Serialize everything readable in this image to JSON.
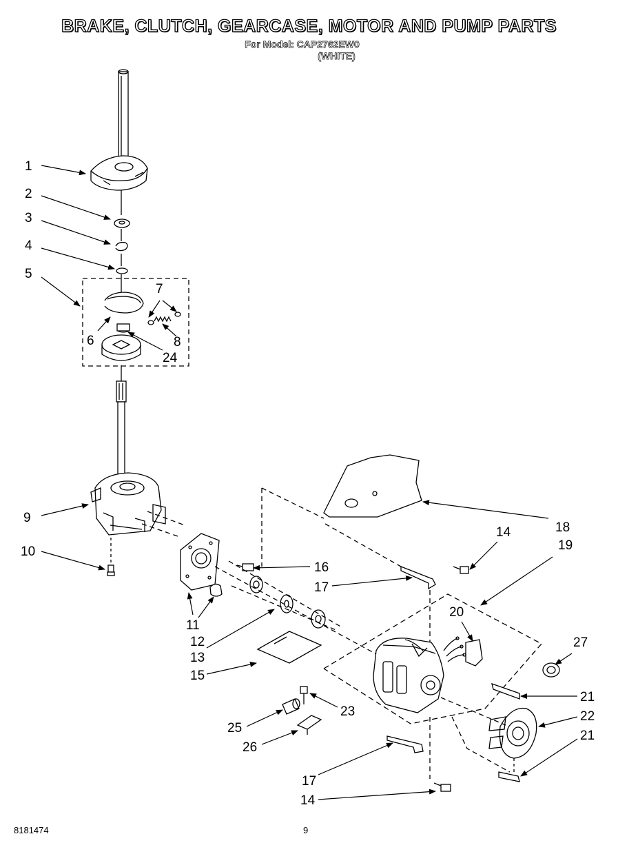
{
  "header": {
    "title": "BRAKE, CLUTCH, GEARCASE, MOTOR AND PUMP PARTS",
    "model_line": "For Model: CAP2762EW0",
    "color_line": "(WHITE)"
  },
  "footer": {
    "doc_number": "8181474",
    "page_number": "9"
  },
  "callouts": [
    "1",
    "2",
    "3",
    "4",
    "5",
    "6",
    "7",
    "8",
    "24",
    "9",
    "10",
    "11",
    "12",
    "13",
    "15",
    "16",
    "17",
    "18",
    "14",
    "19",
    "20",
    "27",
    "21",
    "22",
    "23",
    "25",
    "26"
  ]
}
